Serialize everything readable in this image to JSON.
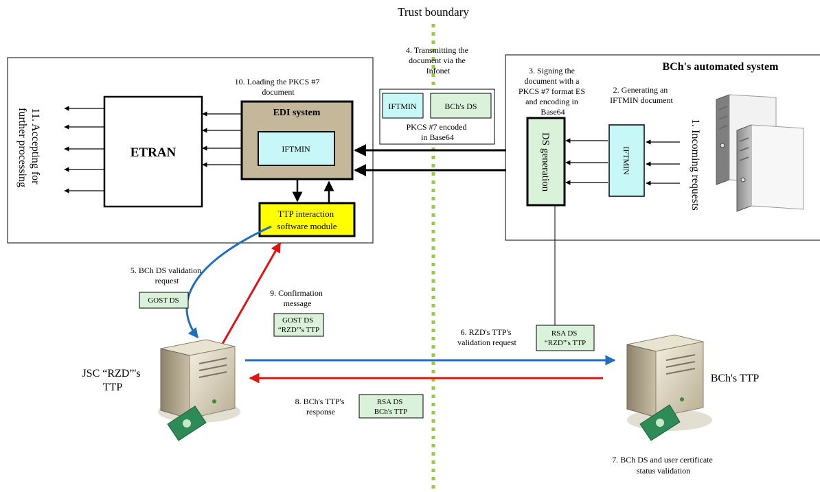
{
  "trust_boundary": {
    "label": "Trust boundary"
  },
  "left_system": {
    "etran": "ETRAN",
    "edi_title": "EDI system",
    "edi_doc": "IFTMIN",
    "ttp_module": [
      "TTP interaction",
      "software module"
    ],
    "step10": [
      "10. Loading the PKCS #7",
      "document"
    ],
    "step11": [
      "11. Accepting for",
      "further processing"
    ]
  },
  "transit": {
    "step4": [
      "4. Transmitting the",
      "document via the",
      "Infonet"
    ],
    "doc1": "IFTMIN",
    "doc2": "BCh's DS",
    "encoding": [
      "PKCS #7 encoded",
      "in Base64"
    ]
  },
  "right_system": {
    "title": "BCh's automated system",
    "step3": [
      "3. Signing the",
      "document with a",
      "PKCS #7 format ES",
      "and encoding in",
      "Base64"
    ],
    "step2": [
      "2. Generating an",
      "IFTMIN document"
    ],
    "step1": "1. Incoming requests",
    "ds_gen": "DS generation",
    "iftmin": "IFTMIN"
  },
  "flow": {
    "step5": [
      "5. BCh DS validation",
      "request"
    ],
    "badge5": "GOST DS",
    "step9": [
      "9. Confirmation",
      "message"
    ],
    "badge9": [
      "GOST DS",
      "“RZD”'s TTP"
    ],
    "step6": [
      "6. RZD's TTP's",
      "validation request"
    ],
    "badge6": [
      "RSA DS",
      "“RZD”'s TTP"
    ],
    "step8": [
      "8. BCh's TTP's",
      "response"
    ],
    "badge8": [
      "RSA DS",
      "BCh's TTP"
    ],
    "rzd_ttp": [
      "JSC “RZD”'s",
      "TTP"
    ],
    "bch_ttp": "BCh's TTP",
    "step7": [
      "7. BCh DS and user certificate",
      "status validation"
    ]
  },
  "colors": {
    "boundary": "#9acd32",
    "green_box": "#d9f2d9",
    "cyan_box": "#c8f7f7",
    "edi_fill": "#c4b79a",
    "ttp_module_fill": "#ffff00",
    "blue_arrow": "#1f6fbf",
    "red_arrow": "#e51010"
  }
}
